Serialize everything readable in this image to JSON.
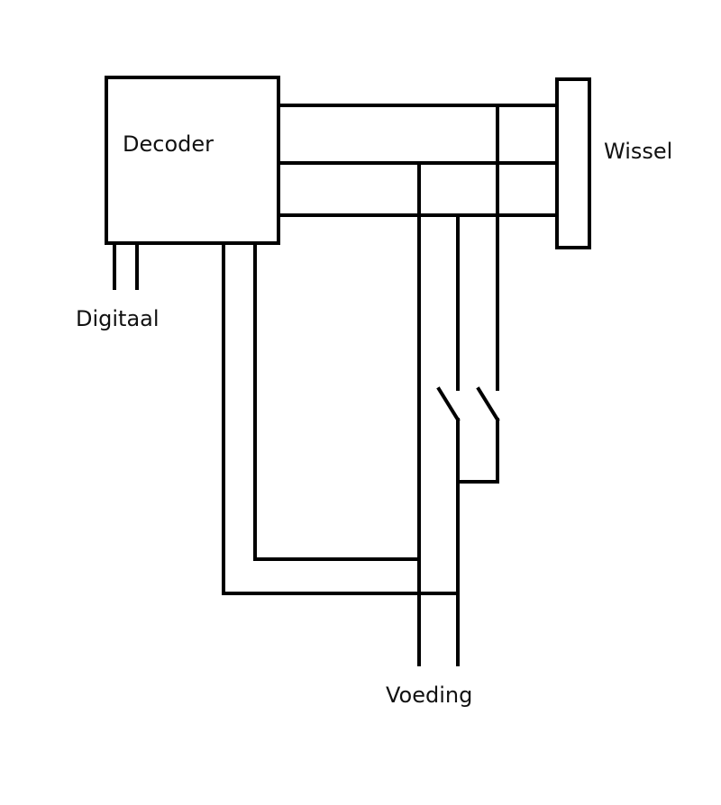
{
  "labels": {
    "decoder": "Decoder",
    "wissel": "Wissel",
    "digitaal": "Digitaal",
    "voeding": "Voeding"
  },
  "colors": {
    "line": "#000000",
    "background": "#ffffff"
  }
}
